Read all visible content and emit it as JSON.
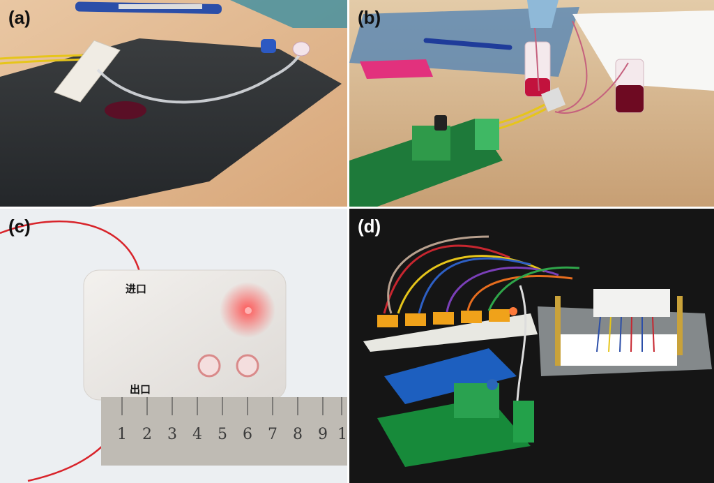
{
  "panels": [
    {
      "label": "(a)"
    },
    {
      "label": "(b)"
    },
    {
      "label": "(c)",
      "inlet_label": "进口",
      "outlet_label": "出口",
      "ruler_numbers": [
        "1",
        "2",
        "3",
        "4",
        "5",
        "6",
        "7",
        "8",
        "9",
        "1"
      ]
    },
    {
      "label": "(d)"
    }
  ]
}
